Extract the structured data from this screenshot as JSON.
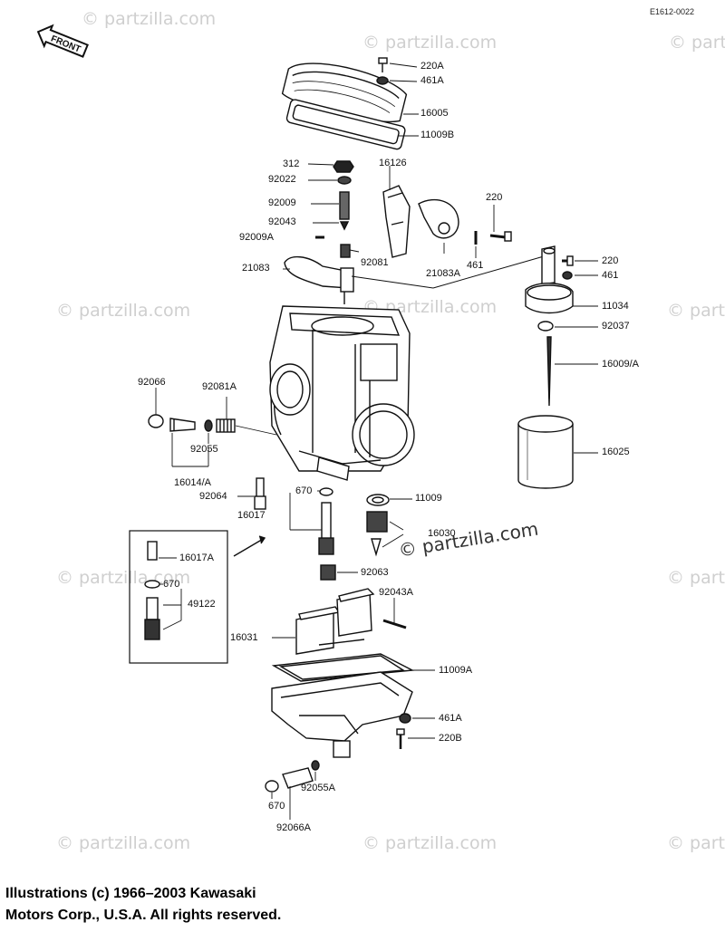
{
  "drawing_code": "E1612-0022",
  "front_label": "FRONT",
  "watermark": "© partzilla.com",
  "center_watermark": "© partzilla.com",
  "copyright": {
    "line1": "Illustrations (c) 1966–2003 Kawasaki",
    "line2": "Motors Corp., U.S.A.  All rights reserved."
  },
  "callouts": [
    {
      "id": "220a",
      "text": "220A"
    },
    {
      "id": "461a-top",
      "text": "461A"
    },
    {
      "id": "16005",
      "text": "16005"
    },
    {
      "id": "11009b",
      "text": "11009B"
    },
    {
      "id": "312",
      "text": "312"
    },
    {
      "id": "92022",
      "text": "92022"
    },
    {
      "id": "16126",
      "text": "16126"
    },
    {
      "id": "92009",
      "text": "92009"
    },
    {
      "id": "92043",
      "text": "92043"
    },
    {
      "id": "92009a",
      "text": "92009A"
    },
    {
      "id": "220-top",
      "text": "220"
    },
    {
      "id": "92081",
      "text": "92081"
    },
    {
      "id": "21083a",
      "text": "21083A"
    },
    {
      "id": "461",
      "text": "461"
    },
    {
      "id": "21083",
      "text": "21083"
    },
    {
      "id": "220-right",
      "text": "220"
    },
    {
      "id": "461-right",
      "text": "461"
    },
    {
      "id": "11034",
      "text": "11034"
    },
    {
      "id": "92037",
      "text": "92037"
    },
    {
      "id": "16009a",
      "text": "16009/A"
    },
    {
      "id": "92066",
      "text": "92066"
    },
    {
      "id": "92081a",
      "text": "92081A"
    },
    {
      "id": "92055",
      "text": "92055"
    },
    {
      "id": "16025",
      "text": "16025"
    },
    {
      "id": "16014a",
      "text": "16014/A"
    },
    {
      "id": "92064",
      "text": "92064"
    },
    {
      "id": "670-mid",
      "text": "670"
    },
    {
      "id": "11009",
      "text": "11009"
    },
    {
      "id": "16017",
      "text": "16017"
    },
    {
      "id": "16030",
      "text": "16030"
    },
    {
      "id": "16017a",
      "text": "16017A"
    },
    {
      "id": "670-box",
      "text": "670"
    },
    {
      "id": "92063",
      "text": "92063"
    },
    {
      "id": "49122",
      "text": "49122"
    },
    {
      "id": "92043a",
      "text": "92043A"
    },
    {
      "id": "16031",
      "text": "16031"
    },
    {
      "id": "11009a",
      "text": "11009A"
    },
    {
      "id": "461a-bottom",
      "text": "461A"
    },
    {
      "id": "220b",
      "text": "220B"
    },
    {
      "id": "92055a",
      "text": "92055A"
    },
    {
      "id": "670-bottom",
      "text": "670"
    },
    {
      "id": "92066a",
      "text": "92066A"
    }
  ]
}
